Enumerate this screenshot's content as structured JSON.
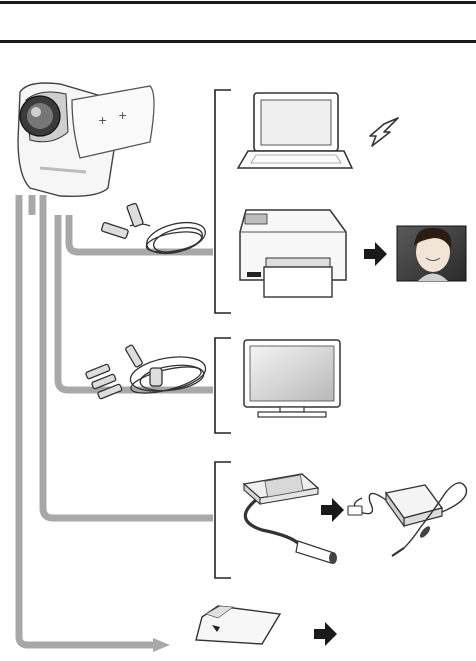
{
  "page": {
    "header_rules": 2
  },
  "devices": [
    {
      "id": "camera",
      "icon": "video-camera-icon"
    },
    {
      "id": "av-usb-cable",
      "icon": "usb-cable-icon"
    },
    {
      "id": "computer",
      "icon": "laptop-icon"
    },
    {
      "id": "wireless",
      "icon": "lightning-bolt-icon"
    },
    {
      "id": "printer",
      "icon": "printer-icon"
    },
    {
      "id": "printed-photo",
      "icon": "portrait-photo-icon"
    },
    {
      "id": "av-cable",
      "icon": "av-cable-icon"
    },
    {
      "id": "tv",
      "icon": "television-icon"
    },
    {
      "id": "dock",
      "icon": "docking-station-icon"
    },
    {
      "id": "ac-adapter",
      "icon": "ac-adapter-icon"
    },
    {
      "id": "sd-card",
      "icon": "sd-card-icon"
    }
  ],
  "colors": {
    "connector_line": "#a8a8a8",
    "bracket": "#222222",
    "arrow": "#1a1a1a",
    "screen": "#e9e9e9"
  }
}
